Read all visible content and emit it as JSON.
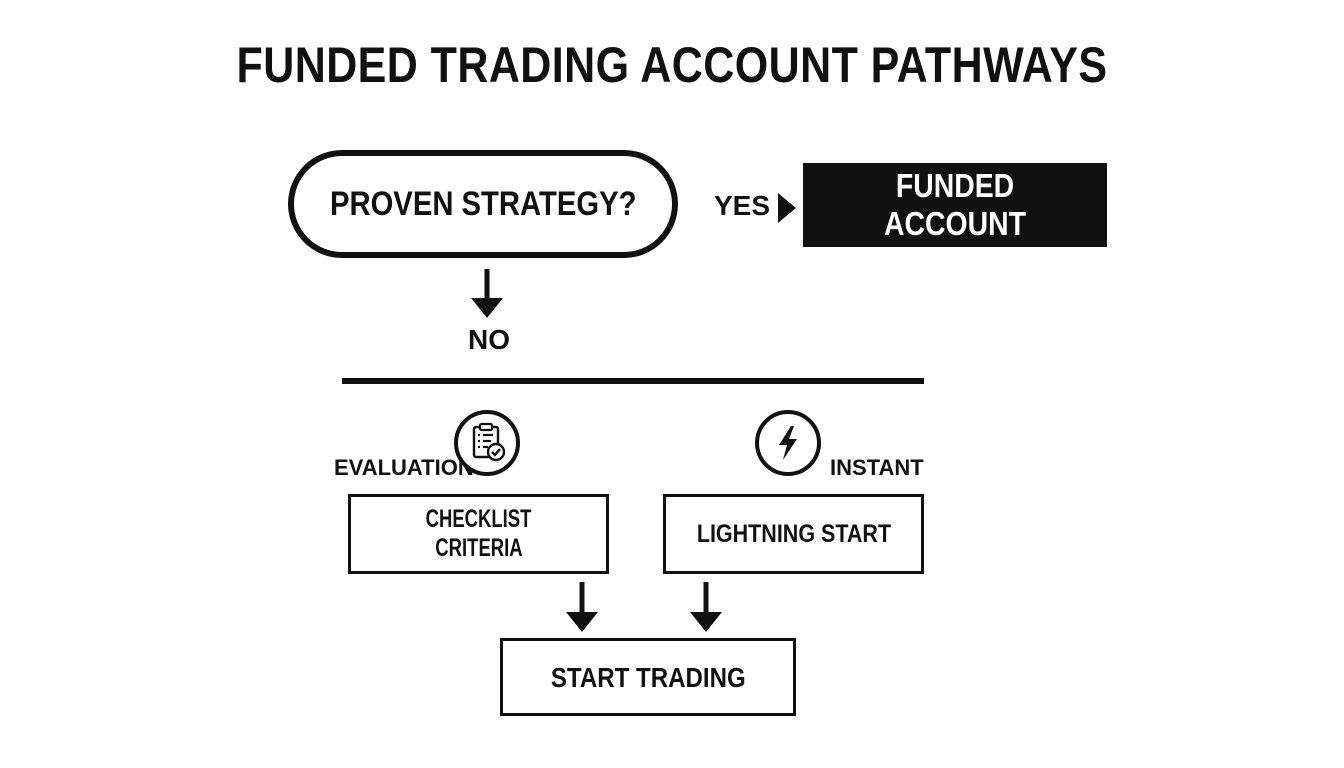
{
  "title": "FUNDED TRADING ACCOUNT PATHWAYS",
  "decision": {
    "label": "PROVEN STRATEGY?"
  },
  "yes_label": "YES",
  "no_label": "NO",
  "funded": {
    "label": "FUNDED ACCOUNT"
  },
  "evaluation": {
    "label": "EVALUATION",
    "box_line1": "CHECKLIST",
    "box_line2": "CRITERIA",
    "icon": "clipboard-check-icon"
  },
  "instant": {
    "label": "INSTANT",
    "box_label": "LIGHTNING START",
    "icon": "lightning-bolt-icon"
  },
  "start": {
    "label": "START TRADING"
  },
  "colors": {
    "ink": "#111111",
    "background": "#ffffff",
    "funded_text": "#ffffff"
  }
}
